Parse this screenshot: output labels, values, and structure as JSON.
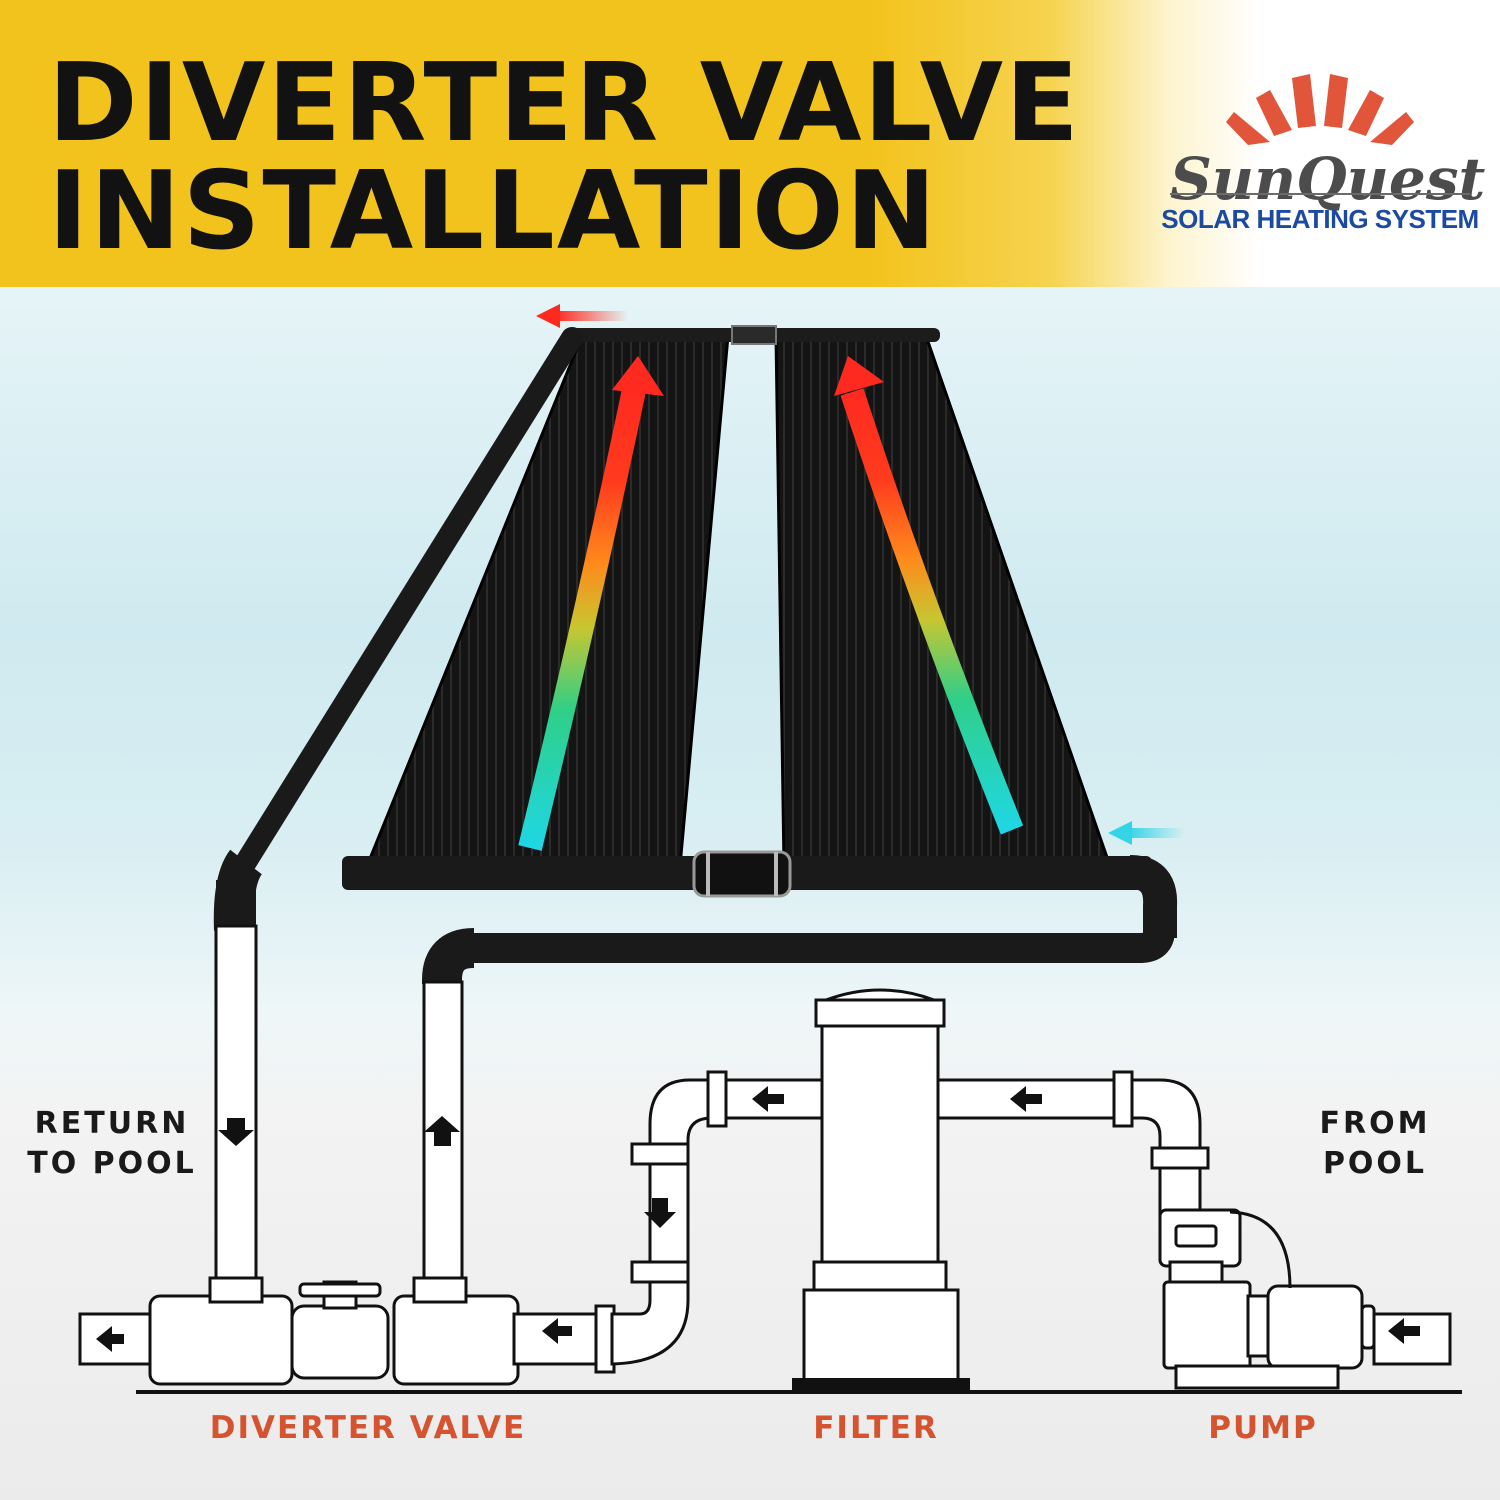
{
  "header": {
    "title_line_1": "DIVERTER VALVE",
    "title_line_2": "INSTALLATION",
    "background_color": "#f3c31d"
  },
  "logo": {
    "brand": "SunQuest",
    "tagline": "SOLAR HEATING SYSTEM",
    "sun_color": "#e1553a",
    "tagline_color": "#1b4aa3"
  },
  "labels": {
    "return_to_pool": "RETURN\nTO POOL",
    "from_pool": "FROM\nPOOL",
    "diverter_valve": "DIVERTER VALVE",
    "filter": "FILTER",
    "pump": "PUMP",
    "component_label_color": "#d6532f"
  },
  "flow_colors": {
    "hot": "#ff2a1f",
    "cold": "#33d4e6"
  },
  "icons": [
    "arrow-left-icon",
    "arrow-down-icon",
    "arrow-up-icon",
    "sun-rays-icon"
  ]
}
